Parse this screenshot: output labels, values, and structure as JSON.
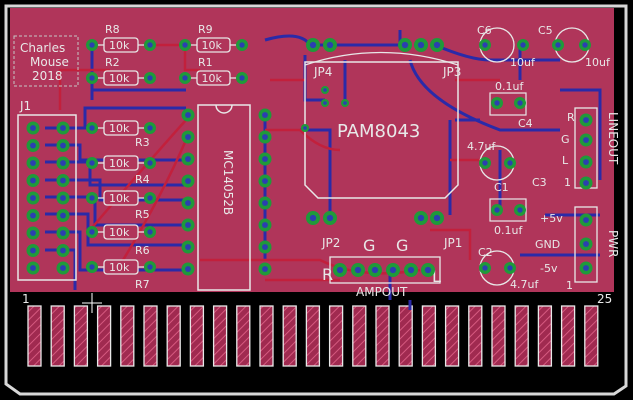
{
  "silkscreen": {
    "author_line1": "Charles",
    "author_line2": "Mouse",
    "year": "2018",
    "pin_first": "1",
    "pin_last": "25"
  },
  "resistors": [
    {
      "ref": "R8",
      "value": "10k"
    },
    {
      "ref": "R2",
      "value": "10k"
    },
    {
      "ref": "R9",
      "value": "10k"
    },
    {
      "ref": "R1",
      "value": "10k"
    },
    {
      "ref": "R3",
      "value": "10k"
    },
    {
      "ref": "R4",
      "value": "10k"
    },
    {
      "ref": "R5",
      "value": "10k"
    },
    {
      "ref": "R6",
      "value": "10k"
    },
    {
      "ref": "R7",
      "value": "10k"
    }
  ],
  "chips": {
    "mux_label": "MC14052B",
    "amp_label": "PAM8043"
  },
  "headers": {
    "j1": "J1",
    "jp1": "JP1",
    "jp2": "JP2",
    "jp3": "JP3",
    "jp4": "JP4"
  },
  "capacitors": {
    "c1_ref": "C1",
    "c1_value": "0.1uf",
    "c2_ref": "C2",
    "c2_value": "4.7uf",
    "c3_ref": "C3",
    "c3_value": "4.7uf",
    "c4_ref": "C4",
    "c4_value": "0.1uf",
    "c5_ref": "C5",
    "c5_value": "10uf",
    "c6_ref": "C6",
    "c6_value": "10uf"
  },
  "connectors": {
    "lineout": "LINEOUT",
    "lineout_r": "R",
    "lineout_g": "G",
    "lineout_l": "L",
    "lineout_1": "1",
    "pwr": "PWR",
    "pwr_plus": "+5v",
    "pwr_gnd": "GND",
    "pwr_minus": "-5v",
    "pwr_1": "1",
    "ampout": "AMPOUT",
    "ampout_r": "R",
    "ampout_g1": "G",
    "ampout_g2": "G",
    "ampout_l": "L"
  },
  "colors": {
    "board_fill": "#b0355a",
    "silk": "#e8e8e8",
    "pad_green": "#1f9a3a",
    "top_trace": "#c2203c",
    "bottom_trace": "#2a2aa8",
    "outline": "#d8d8d8"
  }
}
